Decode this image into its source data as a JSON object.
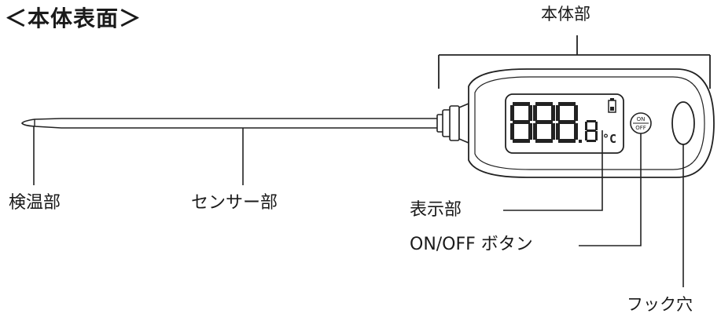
{
  "title": "＜本体表面＞",
  "labels": {
    "main_body": "本体部",
    "probe_tip": "検温部",
    "sensor": "センサー部",
    "display": "表示部",
    "onoff_button": "ON/OFF ボタン",
    "hook_hole": "フック穴"
  },
  "lcd": {
    "digits": "888.8",
    "unit": "°C",
    "battery_icon": "battery-icon"
  },
  "button": {
    "top": "ON",
    "bottom": "OFF"
  }
}
